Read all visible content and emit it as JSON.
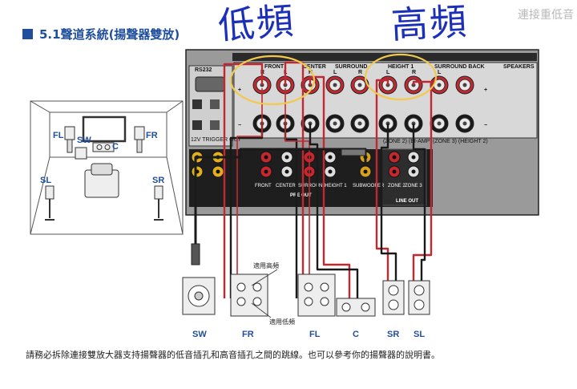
{
  "title": "5.1聲道系統(揚聲器雙放)",
  "watermark": "連接重低音",
  "handwritten": {
    "low": "低頻",
    "high": "高頻"
  },
  "receiver": {
    "rs232": "RS232",
    "trigger_out": "12V TRIGGER OUT",
    "speakers_heading": "SPEAKERS",
    "groups": [
      "FRONT",
      "CENTER",
      "SURROUND",
      "HEIGHT 1",
      "SURROUND BACK"
    ],
    "bottom_labels": [
      "(ZONE 2) (BI-AMP)",
      "(ZONE 3) (HEIGHT 2)"
    ],
    "pre_out_labels": [
      "FRONT",
      "CENTER",
      "SURROUND",
      "HEIGHT 1",
      "SUBWOOFER"
    ],
    "zone_labels": [
      "ZONE 2",
      "ZONE 3"
    ],
    "pre_out_heading": "PRE OUT",
    "line_out_heading": "LINE OUT",
    "rch": "R",
    "lch": "L",
    "plus": "+",
    "minus": "−"
  },
  "room": {
    "fl": "FL",
    "fr": "FR",
    "c": "C",
    "sw": "SW",
    "sl": "SL",
    "sr": "SR"
  },
  "annotations": {
    "high_freq": "適用高頻",
    "low_freq": "適用低頻"
  },
  "speaker_labels": [
    "SW",
    "FR",
    "FL",
    "C",
    "SR",
    "SL"
  ],
  "note": "請務必拆除連接雙放大器支持揚聲器的低音插孔和高音插孔之間的跳線。也可以參考你的揚聲器的說明書。",
  "colors": {
    "title": "#1f4e9c",
    "handwriting": "#1c2fb8",
    "highlight": "#f2c94c",
    "cable_red": "#c2282f",
    "cable_black": "#1a1a1a"
  }
}
